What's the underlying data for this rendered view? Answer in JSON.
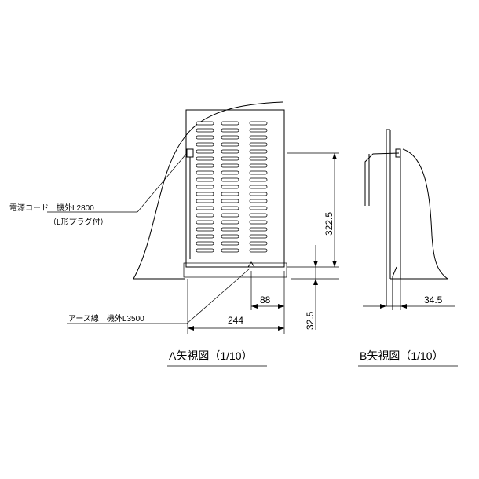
{
  "labels": {
    "power_cord": "電源コード　機外L2800",
    "plug_note": "（L形プラグ付）",
    "earth_wire": "アース線　機外L3500",
    "view_a": "A矢視図（1/10）",
    "view_b": "B矢視図（1/10）"
  },
  "dimensions": {
    "height": "322.5",
    "bottom_offset": "32.5",
    "width_88": "88",
    "width_244": "244",
    "side_34_5": "34.5"
  }
}
